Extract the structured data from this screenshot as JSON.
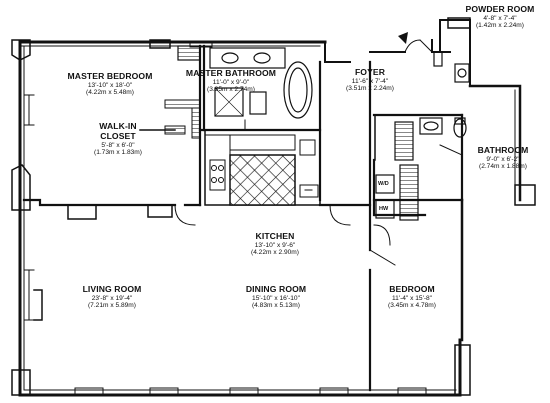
{
  "rooms": {
    "master_bedroom": {
      "name": "MASTER BEDROOM",
      "dims": "13'-10\" x 18'-0\"",
      "metric": "(4.22m x 5.48m)"
    },
    "master_bathroom": {
      "name": "MASTER BATHROOM",
      "dims": "11'-0\" x 9'-0\"",
      "metric": "(3.35m x 2.74m)"
    },
    "foyer": {
      "name": "FOYER",
      "dims": "11'-6\" x 7'-4\"",
      "metric": "(3.51m x 2.24m)"
    },
    "powder_room": {
      "name": "POWDER ROOM",
      "dims": "4'-8\" x 7'-4\"",
      "metric": "(1.42m x 2.24m)"
    },
    "walk_in_closet": {
      "name_line1": "WALK-IN",
      "name_line2": "CLOSET",
      "dims": "5'-8\" x 6'-0\"",
      "metric": "(1.73m x 1.83m)"
    },
    "bathroom": {
      "name": "BATHROOM",
      "dims": "9'-0\" x 6'-2\"",
      "metric": "(2.74m x 1.88m)"
    },
    "kitchen": {
      "name": "KITCHEN",
      "dims": "13'-10\" x 9'-6\"",
      "metric": "(4.22m x 2.90m)"
    },
    "living_room": {
      "name": "LIVING ROOM",
      "dims": "23'-8\" x 19'-4\"",
      "metric": "(7.21m x 5.89m)"
    },
    "dining_room": {
      "name": "DINING ROOM",
      "dims": "15'-10\" x 16'-10\"",
      "metric": "(4.83m x 5.13m)"
    },
    "bedroom": {
      "name": "BEDROOM",
      "dims": "11'-4\" x 15'-8\"",
      "metric": "(3.45m x 4.78m)"
    }
  },
  "fixtures": {
    "washer_dryer": "W/D",
    "hot_water": "HW"
  },
  "colors": {
    "line": "#111111",
    "background": "#ffffff"
  }
}
